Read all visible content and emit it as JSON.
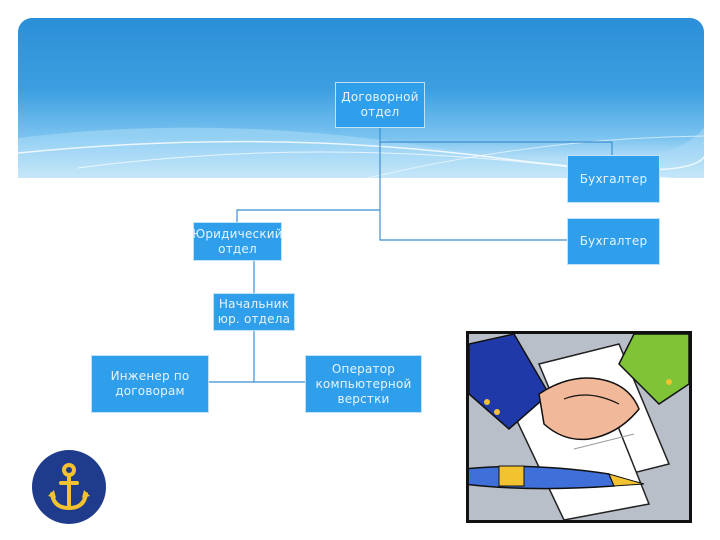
{
  "diagram": {
    "nodes": {
      "contract_dept": "Договорной\nотдел",
      "accountant_1": "Бухгалтер",
      "accountant_2": "Бухгалтер",
      "legal_dept": "Юридический\nотдел",
      "legal_head": "Начальник\nюр. отдела",
      "contract_engineer": "Инженер по\nдоговорам",
      "layout_operator": "Оператор\nкомпьютерной\nверстки"
    },
    "colors": {
      "node_fill": "#2f9fec",
      "connector": "#3f8fd0",
      "badge": "#1f3b8c",
      "anchor": "#f2c230"
    },
    "icons": [
      "anchor-icon",
      "handshake-icon"
    ]
  }
}
